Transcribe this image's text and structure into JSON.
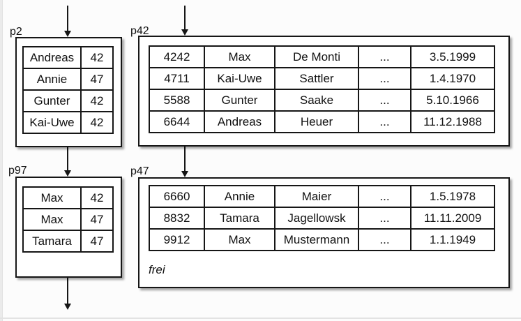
{
  "scene": {
    "background": "#fcfcfc",
    "ink": "#161616"
  },
  "pages": {
    "p2": {
      "label": "p2",
      "rows": [
        [
          "Andreas",
          "42"
        ],
        [
          "Annie",
          "47"
        ],
        [
          "Gunter",
          "42"
        ],
        [
          "Kai-Uwe",
          "42"
        ]
      ]
    },
    "p42": {
      "label": "p42",
      "rows": [
        [
          "4242",
          "Max",
          "De Monti",
          "...",
          "3.5.1999"
        ],
        [
          "4711",
          "Kai-Uwe",
          "Sattler",
          "...",
          "1.4.1970"
        ],
        [
          "5588",
          "Gunter",
          "Saake",
          "...",
          "5.10.1966"
        ],
        [
          "6644",
          "Andreas",
          "Heuer",
          "...",
          "11.12.1988"
        ]
      ]
    },
    "p97": {
      "label": "p97",
      "rows": [
        [
          "Max",
          "42"
        ],
        [
          "Max",
          "47"
        ],
        [
          "Tamara",
          "47"
        ]
      ]
    },
    "p47": {
      "label": "p47",
      "rows": [
        [
          "6660",
          "Annie",
          "Maier",
          "...",
          "1.5.1978"
        ],
        [
          "8832",
          "Tamara",
          "Jagellowsk",
          "...",
          "11.11.2009"
        ],
        [
          "9912",
          "Max",
          "Mustermann",
          "...",
          "1.1.1949"
        ]
      ],
      "free_label": "frei"
    }
  }
}
